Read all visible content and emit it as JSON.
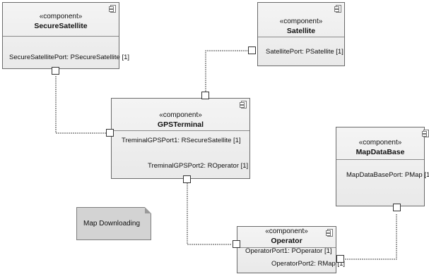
{
  "stereotype": "«component»",
  "components": {
    "secure_satellite": {
      "name": "SecureSatellite",
      "port": "SecureSatellitePort: PSecureSatellite [1]"
    },
    "satellite": {
      "name": "Satellite",
      "port": "SatellitePort: PSatellite [1]"
    },
    "gps_terminal": {
      "name": "GPSTerminal",
      "port1": "TreminalGPSPort1: RSecureSatellite [1]",
      "port2": "TreminalGPSPort2: ROperator [1]"
    },
    "map_data_base": {
      "name": "MapDataBase",
      "port": "MapDataBasePort: PMap [1]"
    },
    "operator": {
      "name": "Operator",
      "port1": "OperatorPort1: POperator [1]",
      "port2": "OperatorPort2: RMap [1]"
    }
  },
  "note": {
    "text": "Map Downloading"
  }
}
